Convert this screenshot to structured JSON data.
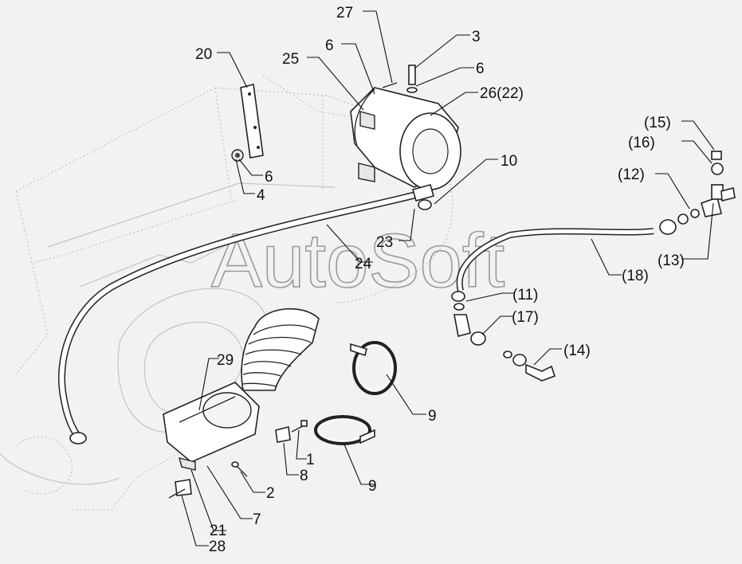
{
  "watermark": "AutoSoft",
  "callouts": [
    "27",
    "3",
    "6",
    "25",
    "6",
    "26(22)",
    "20",
    "6",
    "4",
    "10",
    "23",
    "24",
    "(15)",
    "(16)",
    "(12)",
    "(13)",
    "(18)",
    "(11)",
    "(17)",
    "(14)",
    "29",
    "9",
    "9",
    "1",
    "8",
    "2",
    "7",
    "21",
    "28"
  ]
}
